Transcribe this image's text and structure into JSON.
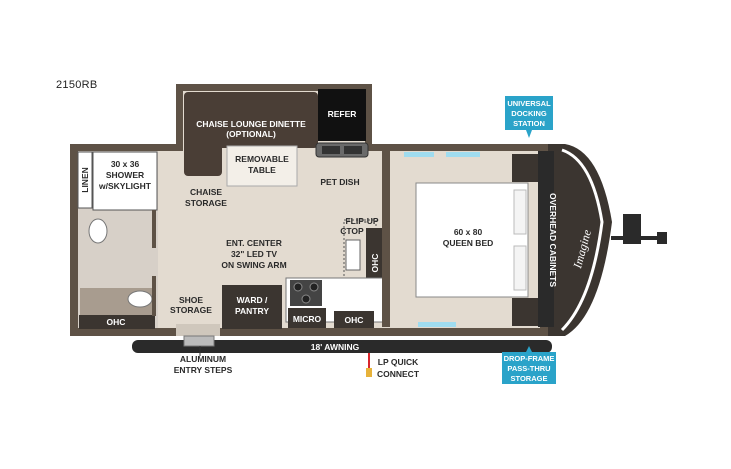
{
  "model": "2150RB",
  "colors": {
    "floor": "#e3dbd0",
    "wall": "#5e5246",
    "dark": "#3b3530",
    "sofa": "#4a3e36",
    "badge": "#2aa3c9",
    "accent_light": "#9fdcef",
    "lp": "#d8252b"
  },
  "labels": {
    "refer": "REFER",
    "dinette_1": "CHAISE LOUNGE DINETTE",
    "dinette_2": "(OPTIONAL)",
    "table_1": "REMOVABLE",
    "table_2": "TABLE",
    "pet_dish": "PET DISH",
    "chaise_1": "CHAISE",
    "chaise_2": "STORAGE",
    "linen": "LINEN",
    "shower_1": "30 x 36",
    "shower_2": "SHOWER",
    "shower_3": "w/SKYLIGHT",
    "ent_1": "ENT. CENTER",
    "ent_2": "32\" LED TV",
    "ent_3": "ON SWING ARM",
    "flip_1": "FLIP-UP",
    "flip_2": "CTOP EXT.",
    "ohc_kitchen": "OHC",
    "ohc_bath": "OHC",
    "ohc_bottom": "OHC",
    "bed_1": "60 x 80",
    "bed_2": "QUEEN BED",
    "overhead": "OVERHEAD CABINETS",
    "shoe_1": "SHOE",
    "shoe_2": "STORAGE",
    "ward_1": "WARD /",
    "ward_2": "PANTRY",
    "micro": "MICRO",
    "awning": "18' AWNING",
    "steps_1": "ALUMINUM",
    "steps_2": "ENTRY STEPS",
    "lp_1": "LP QUICK",
    "lp_2": "CONNECT",
    "brand": "Imagine",
    "udock_1": "UNIVERSAL",
    "udock_2": "DOCKING",
    "udock_3": "STATION",
    "drop_1": "DROP-FRAME",
    "drop_2": "PASS-THRU",
    "drop_3": "STORAGE"
  }
}
